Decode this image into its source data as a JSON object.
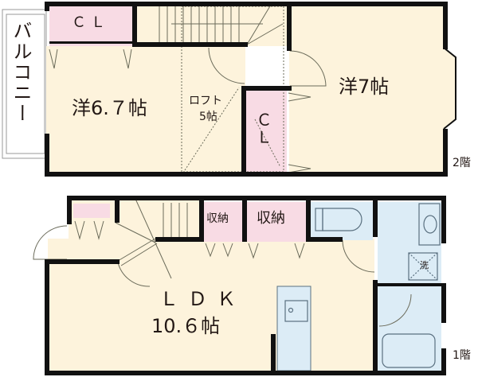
{
  "floor2": {
    "floor_label": "2階",
    "rooms": {
      "balcony": "バルコニー",
      "closet_top": "ＣＬ",
      "western_left": "洋6.７帖",
      "loft_name": "ロフト",
      "loft_size": "5帖",
      "closet_mid": "ＣＬ",
      "western_right": "洋7帖"
    }
  },
  "floor1": {
    "floor_label": "1階",
    "rooms": {
      "storage_1": "収納",
      "storage_2": "収納",
      "ldk_name": "ＬＤＫ",
      "ldk_size": "10.６帖",
      "washer": "洗"
    }
  },
  "colors": {
    "wall": "#111111",
    "room_floor": "#fdf3dc",
    "closet": "#f8dbe4",
    "wet_area": "#dcecf6",
    "fixture_line": "#5a7080",
    "text": "#231815"
  }
}
